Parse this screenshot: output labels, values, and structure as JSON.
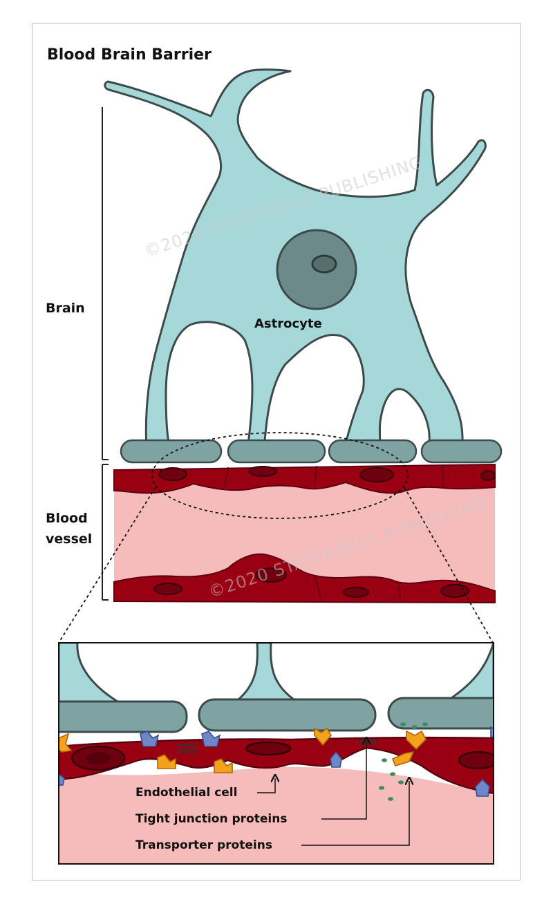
{
  "title": "Blood Brain Barrier",
  "labels": {
    "brain": "Brain",
    "blood_line1": "Blood",
    "blood_line2": "vessel",
    "astrocyte": "Astrocyte",
    "endothelial": "Endothelial cell",
    "tight_junction": "Tight junction proteins",
    "transporter": "Transporter proteins"
  },
  "watermarks": [
    "©2020 STATPEARLS PUBLISHING",
    "©2020 STATPEARLS PUBLISHING"
  ],
  "colors": {
    "astrocyte": "#a6d8da",
    "nucleus": "#6d8a8a",
    "endfoot": "#7fa3a3",
    "vessel_wall": "#990012",
    "lumen": "#f6bcbc",
    "transporter": "#f5a21b",
    "receptor": "#6f86c9",
    "particle": "#3e8b63"
  }
}
